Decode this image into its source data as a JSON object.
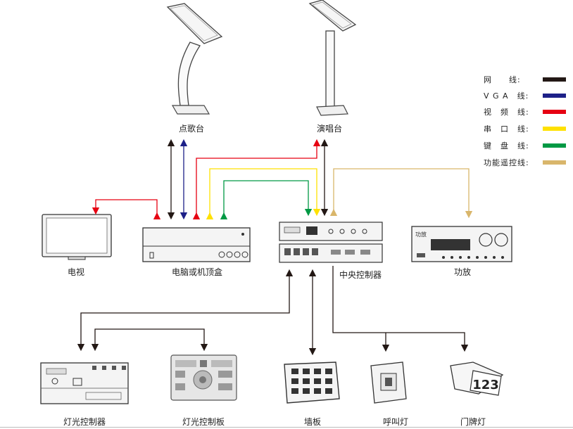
{
  "devices": {
    "song_kiosk": "点歌台",
    "singing_kiosk": "演唱台",
    "tv": "电视",
    "computer_stb": "电脑或机顶盒",
    "central_controller": "中央控制器",
    "amplifier": "功放",
    "amplifier_panel_text": "功放",
    "light_controller": "灯光控制器",
    "light_panel": "灯光控制板",
    "wall_panel": "墙板",
    "call_light": "呼叫灯",
    "door_plate_light": "门牌灯",
    "door_plate_number": "123"
  },
  "legend": {
    "items": [
      {
        "label": "网　　线:",
        "color": "#231815"
      },
      {
        "label": "V G A　线:",
        "color": "#1d2088"
      },
      {
        "label": "视　频　线:",
        "color": "#e60012"
      },
      {
        "label": "串　口　线:",
        "color": "#ffe100"
      },
      {
        "label": "键　盘　线:",
        "color": "#009944"
      },
      {
        "label": "功能遥控线:",
        "color": "#d9b66b"
      }
    ]
  },
  "colors": {
    "network": "#231815",
    "vga": "#1d2088",
    "video": "#e60012",
    "serial": "#ffe100",
    "keyboard": "#009944",
    "remote": "#d9b66b",
    "device_stroke": "#333333",
    "device_fill": "#f4f4f4"
  }
}
